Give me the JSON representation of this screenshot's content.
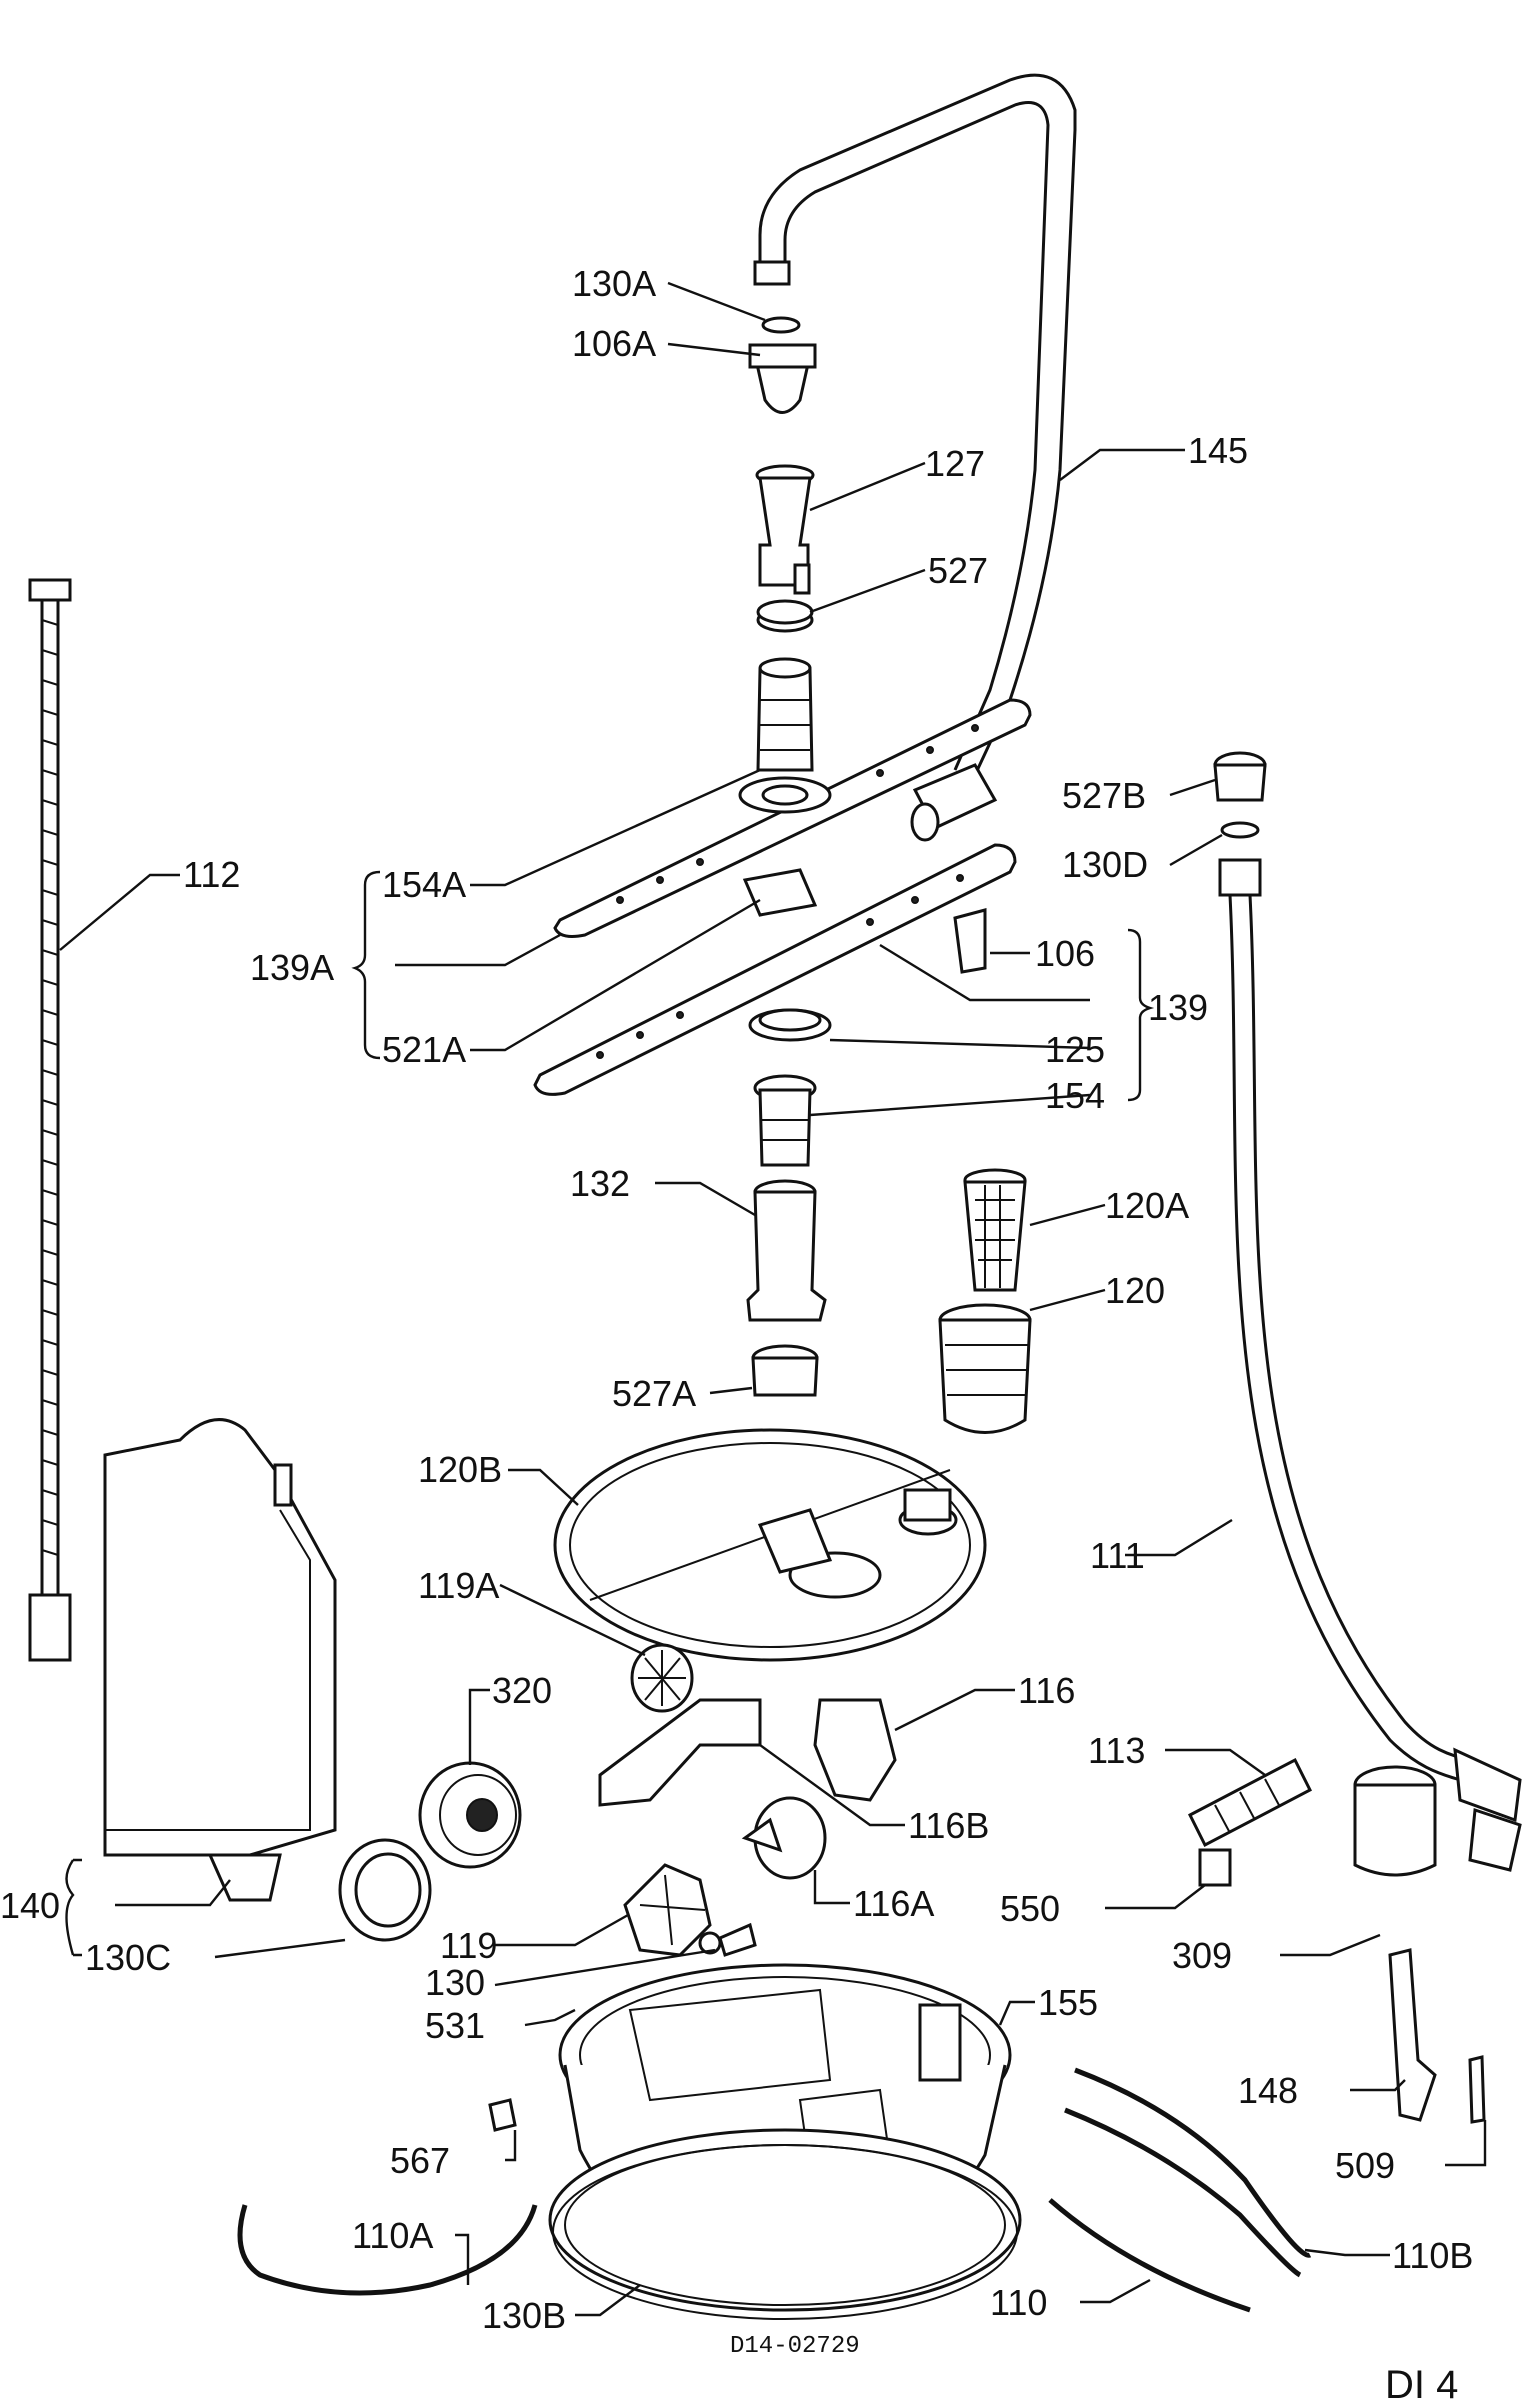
{
  "labels": {
    "l130A": "130A",
    "l106A": "106A",
    "l127": "127",
    "l145": "145",
    "l527": "527",
    "l112": "112",
    "l154A": "154A",
    "l139A": "139A",
    "l521A": "521A",
    "l527B": "527B",
    "l130D": "130D",
    "l106": "106",
    "l139": "139",
    "l125": "125",
    "l154": "154",
    "l132": "132",
    "l120A": "120A",
    "l120": "120",
    "l527A": "527A",
    "l120B": "120B",
    "l111": "111",
    "l119A": "119A",
    "l320": "320",
    "l116": "116",
    "l113": "113",
    "l116B": "116B",
    "l116A": "116A",
    "l550": "550",
    "l140": "140",
    "l130C": "130C",
    "l119": "119",
    "l309": "309",
    "l130": "130",
    "l531": "531",
    "l155": "155",
    "l148": "148",
    "l567": "567",
    "l509": "509",
    "l110A": "110A",
    "l110B": "110B",
    "l110": "110",
    "l130B": "130B"
  },
  "doc_number": "D14-02729",
  "page_id": "DI 4"
}
